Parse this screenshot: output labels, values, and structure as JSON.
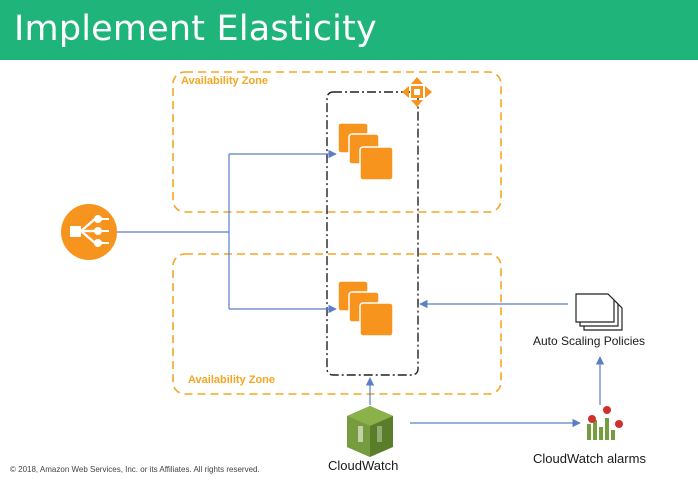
{
  "slide": {
    "title": "Implement Elasticity",
    "copyright": "© 2018, Amazon Web Services, Inc. or its Affiliates. All rights reserved."
  },
  "diagram": {
    "zones": [
      {
        "label": "Availability Zone"
      },
      {
        "label": "Availability Zone"
      }
    ],
    "nodes": {
      "load_balancer": {
        "icon": "load-balancer-icon"
      },
      "auto_scaling_group": {
        "icon": "auto-scaling-icon"
      },
      "instances_top": {
        "icon": "ec2-instances-icon"
      },
      "instances_bottom": {
        "icon": "ec2-instances-icon"
      },
      "cloudwatch": {
        "label": "CloudWatch",
        "icon": "cloudwatch-icon"
      },
      "cloudwatch_alarms": {
        "label": "CloudWatch alarms",
        "icon": "cloudwatch-alarm-icon"
      },
      "auto_scaling_policies": {
        "label": "Auto Scaling Policies",
        "icon": "documents-icon"
      }
    },
    "colors": {
      "header": "#1fb57a",
      "zone_border": "#f5a623",
      "aws_orange": "#f7941d",
      "cloudwatch_green": "#759c3e",
      "connector": "#5b7fc7"
    }
  }
}
